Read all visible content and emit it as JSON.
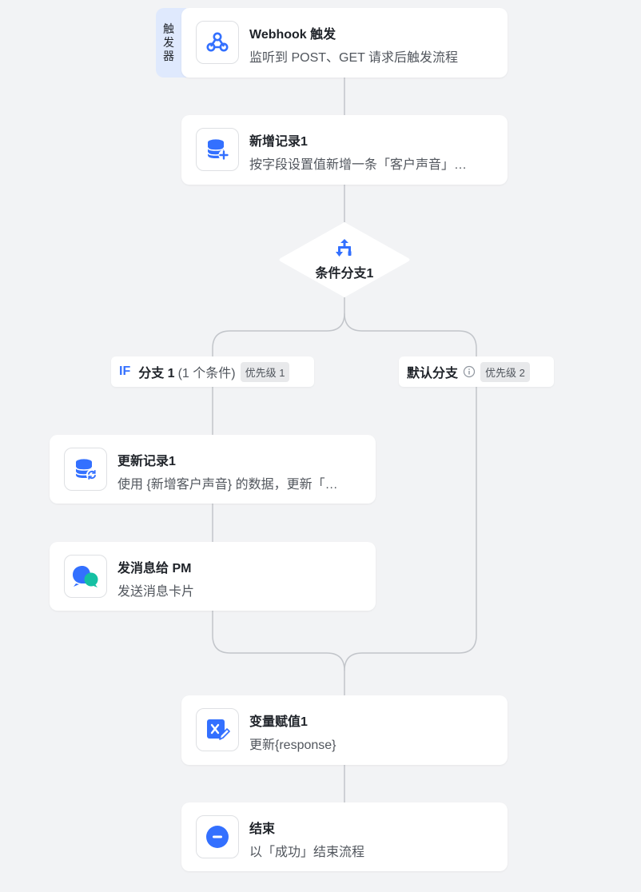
{
  "trigger": {
    "tag": [
      "触",
      "发",
      "器"
    ],
    "title": "Webhook 触发",
    "desc": "监听到 POST、GET 请求后触发流程",
    "icon": "webhook-icon"
  },
  "add_record": {
    "title": "新增记录1",
    "desc": "按字段设置值新增一条「客户声音」…",
    "icon": "database-add-icon"
  },
  "condition": {
    "title": "条件分支1",
    "icon": "branch-icon"
  },
  "branch_if": {
    "if_label": "IF",
    "name": "分支 1",
    "detail": "(1 个条件)",
    "priority": "优先级 1"
  },
  "branch_default": {
    "name": "默认分支",
    "priority": "优先级 2",
    "icon": "info-icon"
  },
  "update_record": {
    "title": "更新记录1",
    "desc": "使用 {新增客户声音} 的数据，更新「…",
    "icon": "database-refresh-icon"
  },
  "send_message": {
    "title": "发消息给 PM",
    "desc": "发送消息卡片",
    "icon": "message-bubble-icon"
  },
  "assign_variable": {
    "title": "变量赋值1",
    "desc": "更新{response}",
    "icon": "variable-edit-icon"
  },
  "end": {
    "title": "结束",
    "desc": "以「成功」结束流程",
    "icon": "end-minus-icon"
  },
  "colors": {
    "background": "#f2f3f5",
    "accent": "#3370ff",
    "connector": "#c2c5ca",
    "trigger_tag": "#dfe9fd",
    "message_green": "#14c0a3"
  }
}
